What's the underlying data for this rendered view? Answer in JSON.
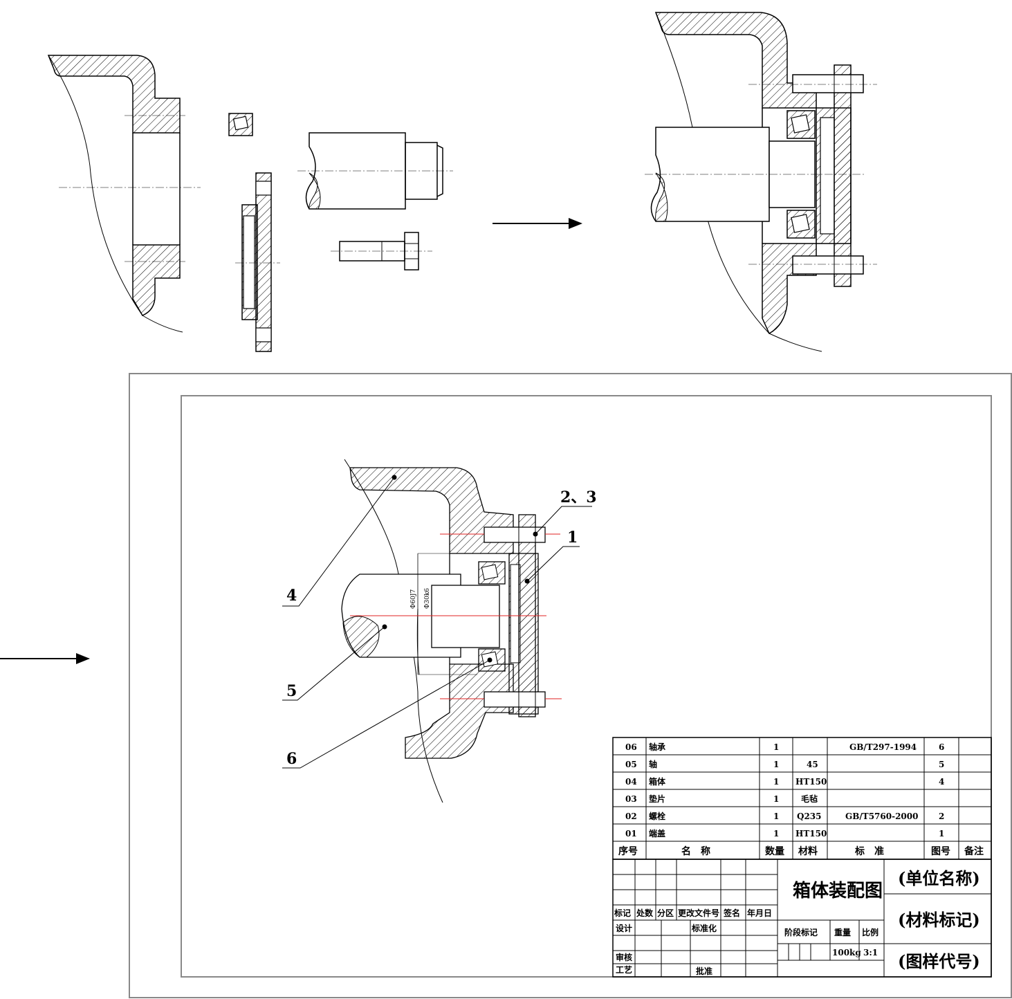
{
  "callouts": {
    "c23": "2、3",
    "c1": "1",
    "c4": "4",
    "c5": "5",
    "c6": "6",
    "dim_outer": "Φ60J7",
    "dim_inner": "Φ30k6"
  },
  "bom": {
    "rows": [
      {
        "no": "06",
        "name": "轴承",
        "qty": "1",
        "material": "",
        "standard": "GB/T297-1994",
        "drawing": "6",
        "remark": ""
      },
      {
        "no": "05",
        "name": "轴",
        "qty": "1",
        "material": "45",
        "standard": "",
        "drawing": "5",
        "remark": ""
      },
      {
        "no": "04",
        "name": "箱体",
        "qty": "1",
        "material": "HT150",
        "standard": "",
        "drawing": "4",
        "remark": ""
      },
      {
        "no": "03",
        "name": "垫片",
        "qty": "1",
        "material": "毛毡",
        "standard": "",
        "drawing": "",
        "remark": ""
      },
      {
        "no": "02",
        "name": "螺栓",
        "qty": "1",
        "material": "Q235",
        "standard": "GB/T5760-2000",
        "drawing": "2",
        "remark": ""
      },
      {
        "no": "01",
        "name": "端盖",
        "qty": "1",
        "material": "HT150",
        "standard": "",
        "drawing": "1",
        "remark": ""
      }
    ],
    "header": {
      "no": "序号",
      "name": "名　称",
      "qty": "数量",
      "material": "材料",
      "standard": "标　准",
      "drawing": "图号",
      "remark": "备注"
    }
  },
  "title_block": {
    "drawing_title": "箱体装配图",
    "unit_name": "(单位名称)",
    "material_mark": "(材料标记)",
    "drawing_code": "(图样代号)",
    "rev_labels": [
      "标记",
      "处数",
      "分区",
      "更改文件号",
      "签名",
      "年月日"
    ],
    "design": "设计",
    "standardize": "标准化",
    "review": "审核",
    "process": "工艺",
    "approve": "批准",
    "stage_mark": "阶段标记",
    "weight_label": "重量",
    "scale_label": "比例",
    "weight": "100kg",
    "scale": "3:1"
  },
  "colors": {
    "line": "#000000",
    "center": "#e02020",
    "frame": "#888888"
  }
}
